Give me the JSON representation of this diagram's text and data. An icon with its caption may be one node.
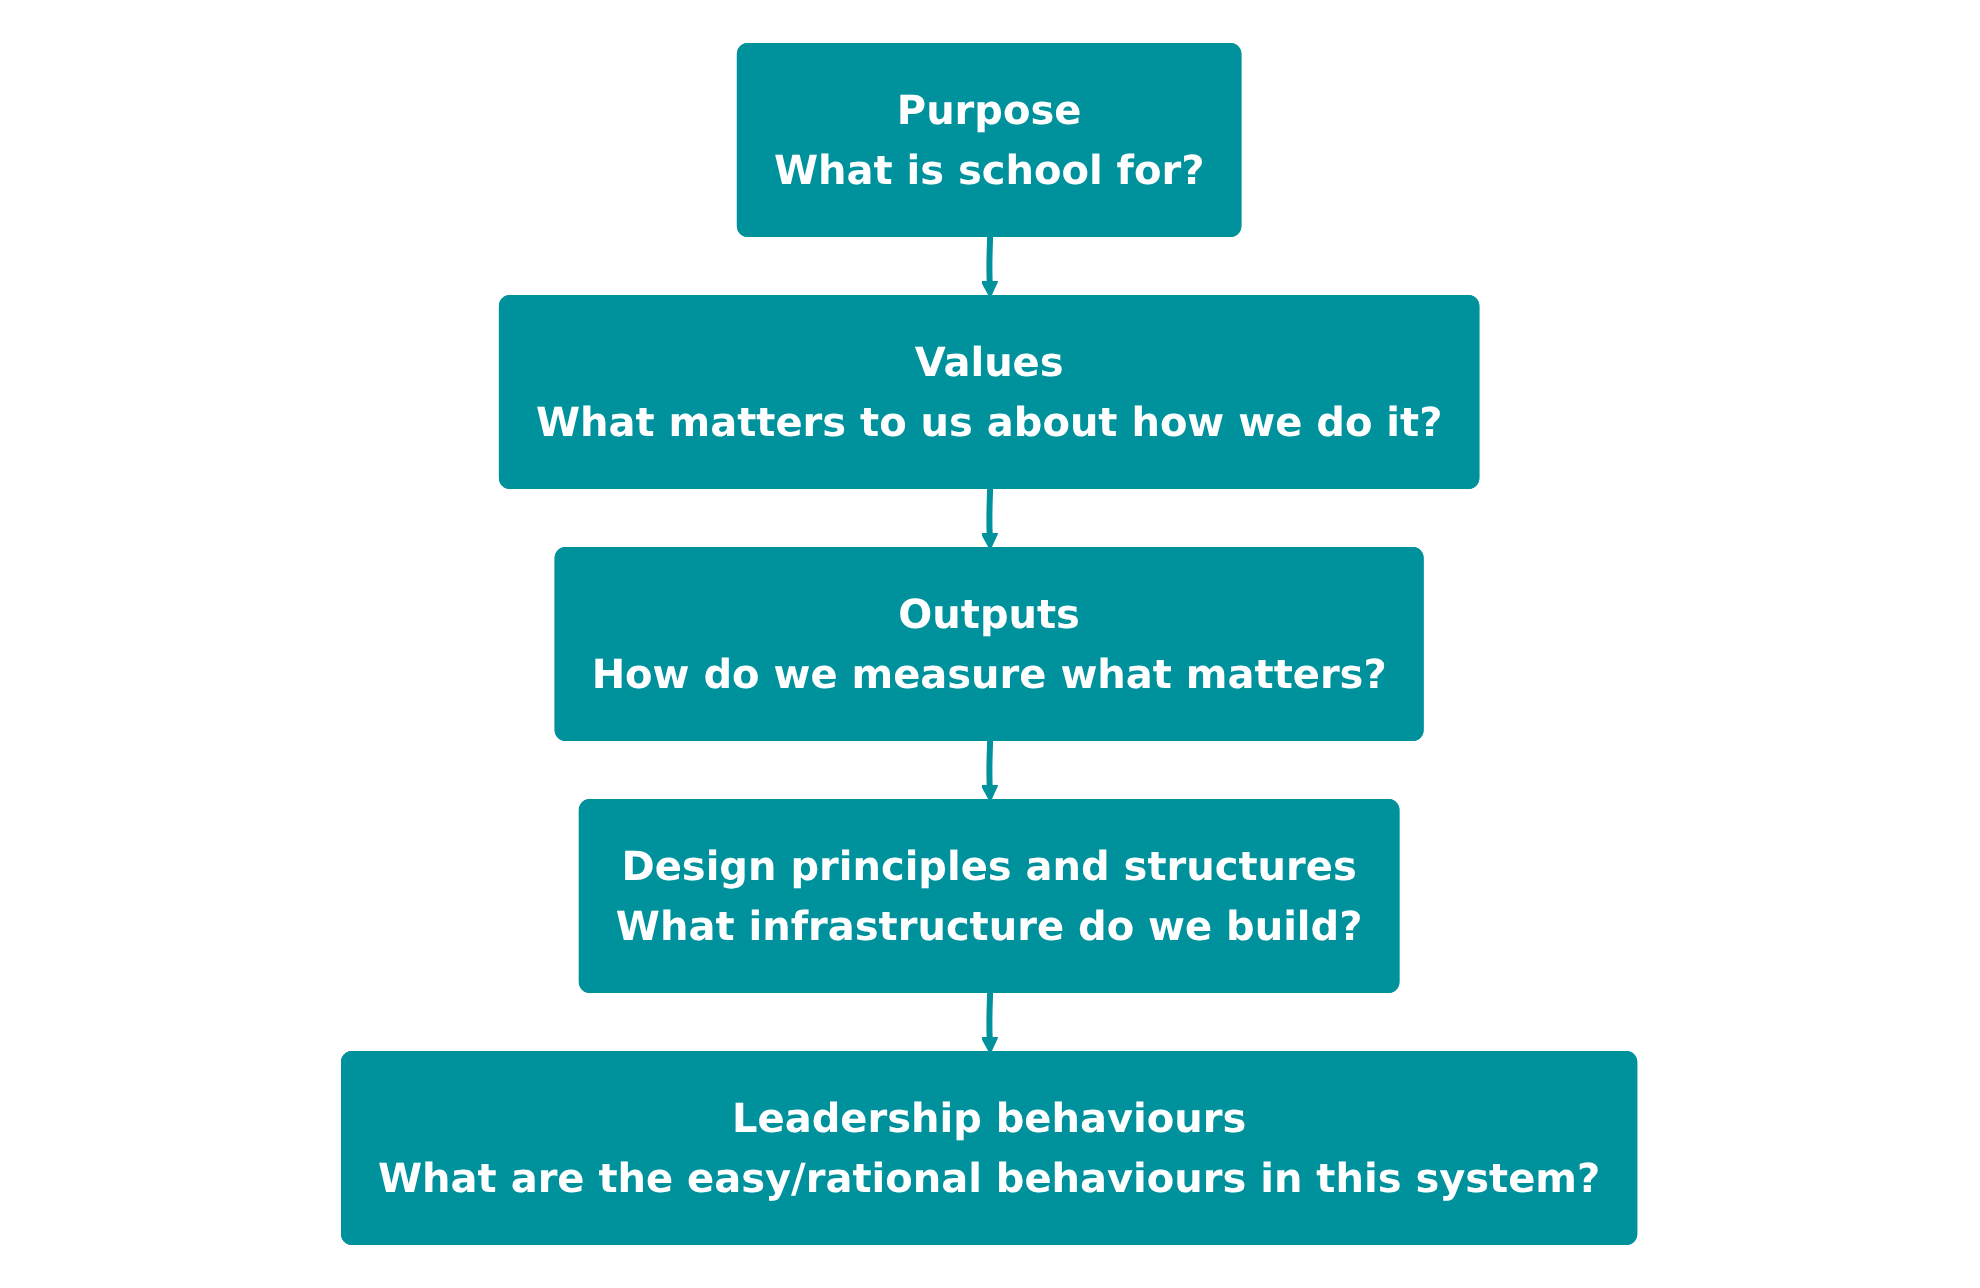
{
  "diagram": {
    "nodes": [
      {
        "text": [
          "Purpose",
          "What is school for?"
        ]
      },
      {
        "text": [
          "Values",
          "What matters to us about how we do it?"
        ]
      },
      {
        "text": [
          "Outputs",
          "How do we measure what matters?"
        ]
      },
      {
        "text": [
          "Design principles and structures",
          "What infrastructure do we build?"
        ]
      },
      {
        "text": [
          "Leadership behaviours",
          "What are the easy/rational behaviours in this system?"
        ]
      }
    ],
    "edges": [
      {
        "from": 0,
        "to": 1,
        "arrow": "to"
      },
      {
        "from": 1,
        "to": 2,
        "arrow": "to"
      },
      {
        "from": 2,
        "to": 3,
        "arrow": "to"
      },
      {
        "from": 3,
        "to": 4,
        "arrow": "to"
      }
    ]
  }
}
